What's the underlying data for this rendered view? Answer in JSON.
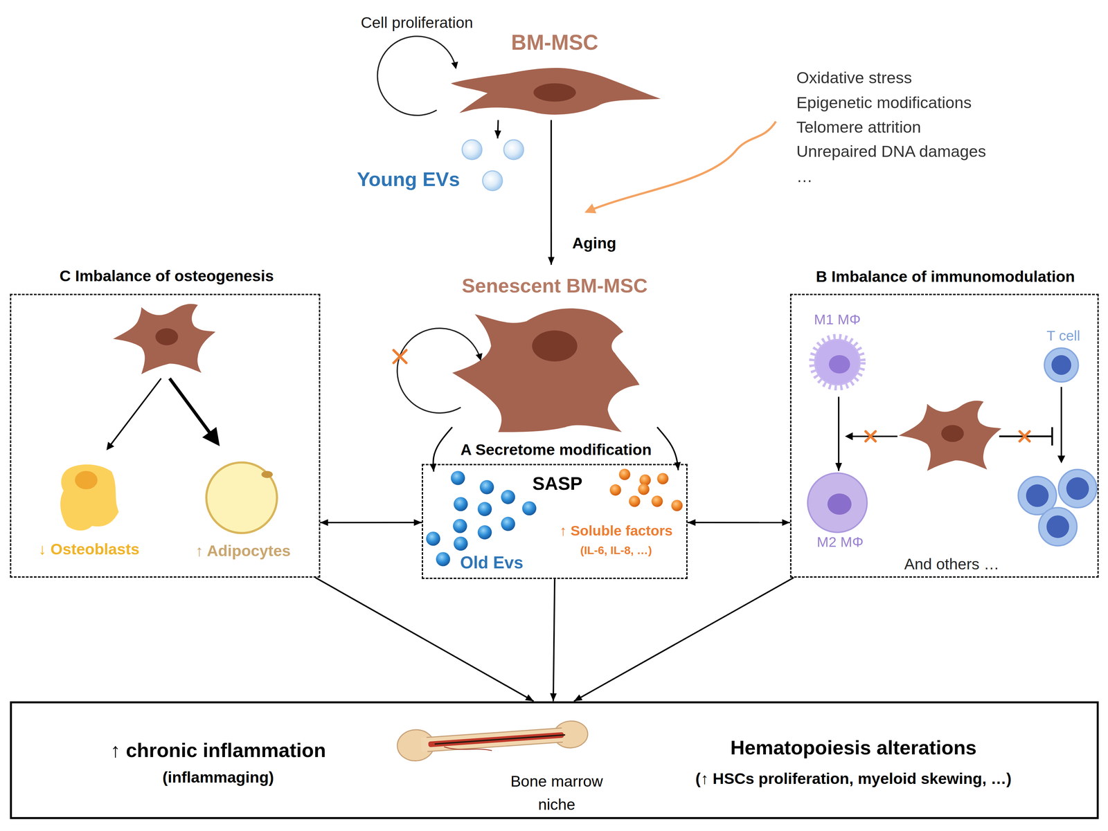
{
  "diagram": {
    "nodes": [
      {
        "text": [
          "BM-MSC"
        ]
      },
      {
        "text": [
          "Young EVs"
        ]
      },
      {
        "text": [
          "Senescent BM-MSC"
        ]
      },
      {
        "text": [
          "C Imbalance of osteogenesis"
        ]
      },
      {
        "text": [
          "↓ Osteoblasts"
        ],
        "in": 3
      },
      {
        "text": [
          "↑ Adipocytes"
        ],
        "in": 3
      },
      {
        "text": [
          "A Secretome modification",
          "SASP"
        ]
      },
      {
        "text": [
          "Old Evs"
        ],
        "in": 6
      },
      {
        "text": [
          "↑ Soluble factors",
          "(IL-6, IL-8, …)"
        ],
        "in": 6
      },
      {
        "text": [
          "B Imbalance of immunomodulation",
          "And others …"
        ]
      },
      {
        "text": [
          "M1 MΦ"
        ],
        "in": 9
      },
      {
        "text": [
          "M2 MΦ"
        ],
        "in": 9
      },
      {
        "text": [
          "T cell"
        ],
        "in": 9
      },
      {
        "text": [
          "↑ chronic inflammation",
          "(inflammaging)",
          "Bone marrow niche",
          "Hematopoiesis alterations",
          "(↑ HSCs proliferation, myeloid skewing, …)"
        ]
      }
    ],
    "edges": [
      {
        "from": 0,
        "to": 1,
        "arrow": "to"
      },
      {
        "from": 0,
        "to": 2,
        "label": "Aging",
        "arrow": "to"
      },
      {
        "from": 2,
        "to": 7,
        "arrow": "to"
      },
      {
        "from": 2,
        "to": 8,
        "arrow": "to"
      },
      {
        "from": 3,
        "to": 6,
        "arrow": "both"
      },
      {
        "from": 6,
        "to": 9,
        "arrow": "both"
      },
      {
        "from": 3,
        "to": 13,
        "arrow": "to"
      },
      {
        "from": 6,
        "to": 13,
        "arrow": "to"
      },
      {
        "from": 9,
        "to": 13,
        "arrow": "to"
      },
      {
        "from": 10,
        "to": 11,
        "arrow": "to"
      }
    ],
    "labels": [
      "Cell proliferation",
      "Oxidative stress",
      "Epigenetic modifications",
      "Telomere attrition",
      "Unrepaired DNA damages",
      "…"
    ]
  }
}
